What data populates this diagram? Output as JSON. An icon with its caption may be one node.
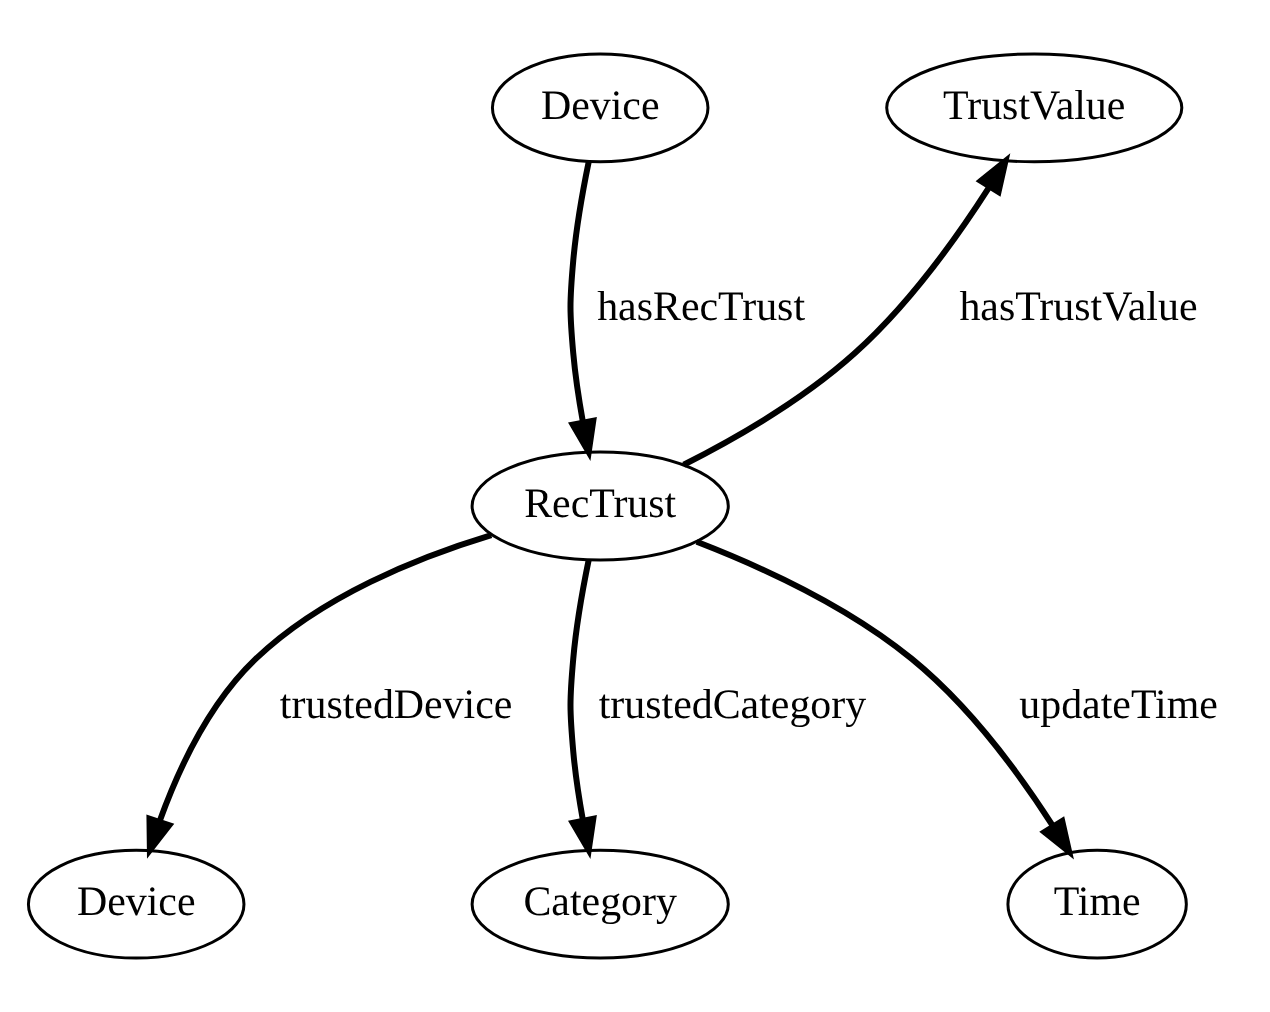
{
  "diagram": {
    "nodes": [
      {
        "text": [
          "Device"
        ]
      },
      {
        "text": [
          "TrustValue"
        ]
      },
      {
        "text": [
          "RecTrust"
        ]
      },
      {
        "text": [
          "Device"
        ]
      },
      {
        "text": [
          "Category"
        ]
      },
      {
        "text": [
          "Time"
        ]
      }
    ],
    "edges": [
      {
        "from": 0,
        "to": 2,
        "arrow": "to",
        "label": "hasRecTrust"
      },
      {
        "from": 2,
        "to": 1,
        "arrow": "to",
        "label": "hasTrustValue"
      },
      {
        "from": 2,
        "to": 3,
        "arrow": "to",
        "label": "trustedDevice"
      },
      {
        "from": 2,
        "to": 4,
        "arrow": "to",
        "label": "trustedCategory"
      },
      {
        "from": 2,
        "to": 5,
        "arrow": "to",
        "label": "updateTime"
      }
    ]
  }
}
